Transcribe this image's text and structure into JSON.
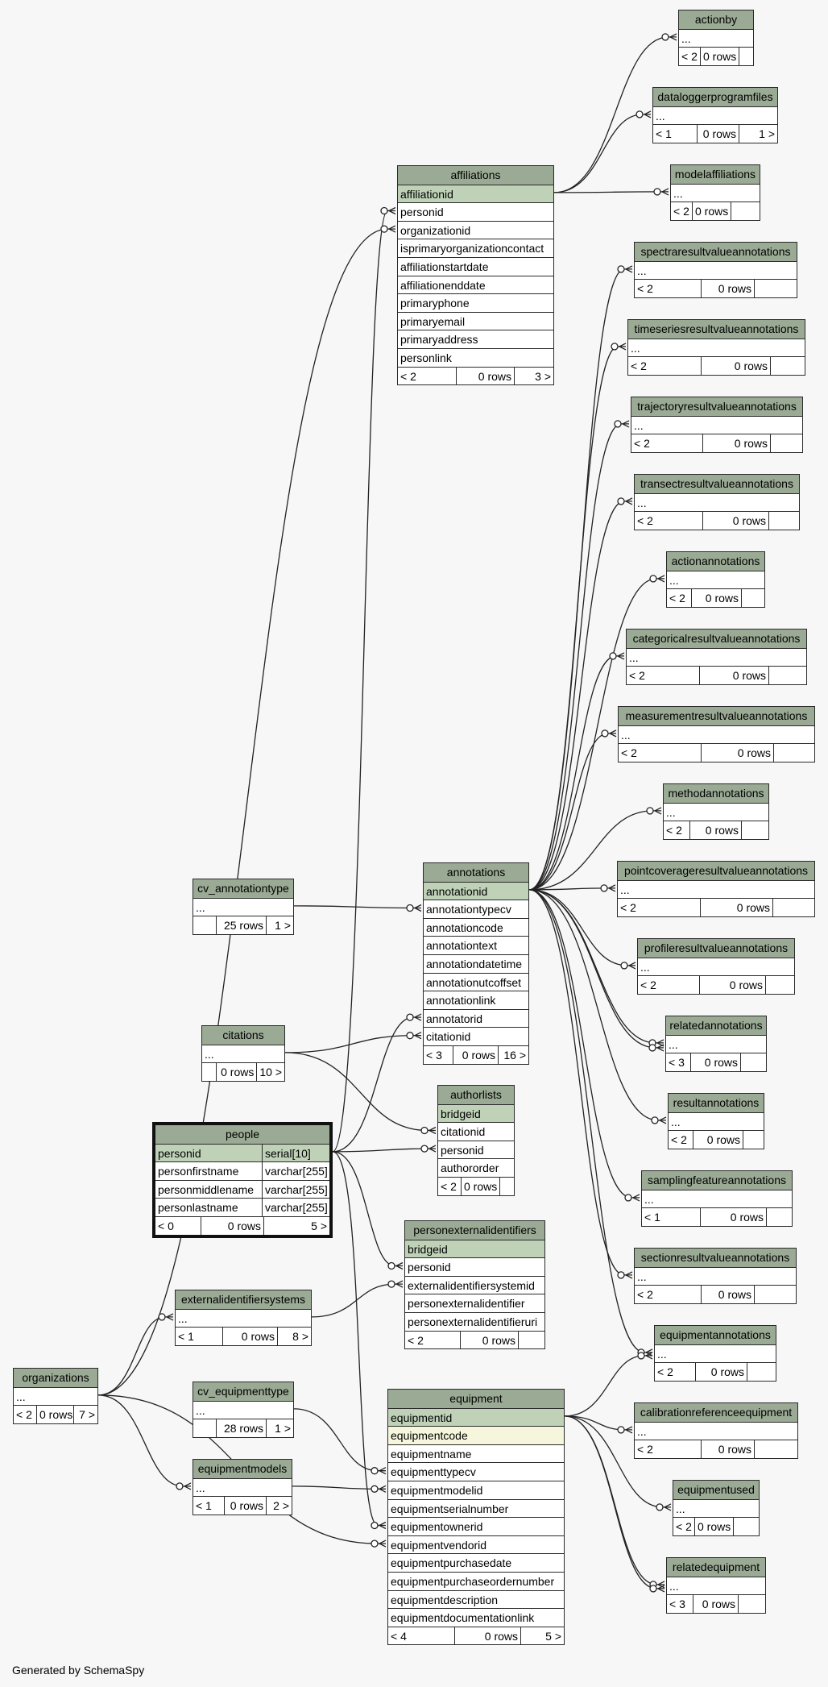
{
  "footer": "Generated by SchemaSpy",
  "tables": [
    {
      "id": "actionby",
      "name": "actionby",
      "rows": [
        "..."
      ],
      "footer": [
        "< 2",
        "0 rows",
        ""
      ]
    },
    {
      "id": "dataloggerprogramfiles",
      "name": "dataloggerprogramfiles",
      "rows": [
        "..."
      ],
      "footer": [
        "< 1",
        "0 rows",
        "1 >"
      ]
    },
    {
      "id": "modelaffiliations",
      "name": "modelaffiliations",
      "rows": [
        "..."
      ],
      "footer": [
        "< 2",
        "0 rows",
        ""
      ]
    },
    {
      "id": "affiliations",
      "name": "affiliations",
      "pk": [
        "affiliationid"
      ],
      "rows": [
        "affiliationid",
        "personid",
        "organizationid",
        "isprimaryorganizationcontact",
        "affiliationstartdate",
        "affiliationenddate",
        "primaryphone",
        "primaryemail",
        "primaryaddress",
        "personlink"
      ],
      "footer": [
        "< 2",
        "0 rows",
        "3 >"
      ]
    },
    {
      "id": "spectraresultvalueannotations",
      "name": "spectraresultvalueannotations",
      "rows": [
        "..."
      ],
      "footer": [
        "< 2",
        "0 rows",
        ""
      ]
    },
    {
      "id": "timeseriesresultvalueannotations",
      "name": "timeseriesresultvalueannotations",
      "rows": [
        "..."
      ],
      "footer": [
        "< 2",
        "0 rows",
        ""
      ]
    },
    {
      "id": "trajectoryresultvalueannotations",
      "name": "trajectoryresultvalueannotations",
      "rows": [
        "..."
      ],
      "footer": [
        "< 2",
        "0 rows",
        ""
      ]
    },
    {
      "id": "transectresultvalueannotations",
      "name": "transectresultvalueannotations",
      "rows": [
        "..."
      ],
      "footer": [
        "< 2",
        "0 rows",
        ""
      ]
    },
    {
      "id": "actionannotations",
      "name": "actionannotations",
      "rows": [
        "..."
      ],
      "footer": [
        "< 2",
        "0 rows",
        ""
      ]
    },
    {
      "id": "categoricalresultvalueannotations",
      "name": "categoricalresultvalueannotations",
      "rows": [
        "..."
      ],
      "footer": [
        "< 2",
        "0 rows",
        ""
      ]
    },
    {
      "id": "measurementresultvalueannotations",
      "name": "measurementresultvalueannotations",
      "rows": [
        "..."
      ],
      "footer": [
        "< 2",
        "0 rows",
        ""
      ]
    },
    {
      "id": "methodannotations",
      "name": "methodannotations",
      "rows": [
        "..."
      ],
      "footer": [
        "< 2",
        "0 rows",
        ""
      ]
    },
    {
      "id": "cv_annotationtype",
      "name": "cv_annotationtype",
      "rows": [
        "..."
      ],
      "footer": [
        "",
        "25 rows",
        "1 >"
      ]
    },
    {
      "id": "annotations",
      "name": "annotations",
      "pk": [
        "annotationid"
      ],
      "rows": [
        "annotationid",
        "annotationtypecv",
        "annotationcode",
        "annotationtext",
        "annotationdatetime",
        "annotationutcoffset",
        "annotationlink",
        "annotatorid",
        "citationid"
      ],
      "footer": [
        "< 3",
        "0 rows",
        "16 >"
      ]
    },
    {
      "id": "pointcoverageresultvalueannotations",
      "name": "pointcoverageresultvalueannotations",
      "rows": [
        "..."
      ],
      "footer": [
        "< 2",
        "0 rows",
        ""
      ]
    },
    {
      "id": "profileresultvalueannotations",
      "name": "profileresultvalueannotations",
      "rows": [
        "..."
      ],
      "footer": [
        "< 2",
        "0 rows",
        ""
      ]
    },
    {
      "id": "citations",
      "name": "citations",
      "rows": [
        "..."
      ],
      "footer": [
        "",
        "0 rows",
        "10 >"
      ]
    },
    {
      "id": "relatedannotations",
      "name": "relatedannotations",
      "rows": [
        "..."
      ],
      "footer": [
        "< 3",
        "0 rows",
        ""
      ]
    },
    {
      "id": "authorlists",
      "name": "authorlists",
      "pk": [
        "bridgeid"
      ],
      "rows": [
        "bridgeid",
        "citationid",
        "personid",
        "authororder"
      ],
      "footer": [
        "< 2",
        "0 rows",
        ""
      ]
    },
    {
      "id": "people",
      "name": "people",
      "focus": true,
      "pk": [
        "personid"
      ],
      "rows": [
        [
          "personid",
          "serial[10]"
        ],
        [
          "personfirstname",
          "varchar[255]"
        ],
        [
          "personmiddlename",
          "varchar[255]"
        ],
        [
          "personlastname",
          "varchar[255]"
        ]
      ],
      "footer": [
        "< 0",
        "0 rows",
        "5 >"
      ]
    },
    {
      "id": "resultannotations",
      "name": "resultannotations",
      "rows": [
        "..."
      ],
      "footer": [
        "< 2",
        "0 rows",
        ""
      ]
    },
    {
      "id": "personexternalidentifiers",
      "name": "personexternalidentifiers",
      "pk": [
        "bridgeid"
      ],
      "rows": [
        "bridgeid",
        "personid",
        "externalidentifiersystemid",
        "personexternalidentifier",
        "personexternalidentifieruri"
      ],
      "footer": [
        "< 2",
        "0 rows",
        ""
      ]
    },
    {
      "id": "samplingfeatureannotations",
      "name": "samplingfeatureannotations",
      "rows": [
        "..."
      ],
      "footer": [
        "< 1",
        "0 rows",
        ""
      ]
    },
    {
      "id": "sectionresultvalueannotations",
      "name": "sectionresultvalueannotations",
      "rows": [
        "..."
      ],
      "footer": [
        "< 2",
        "0 rows",
        ""
      ]
    },
    {
      "id": "externalidentifiersystems",
      "name": "externalidentifiersystems",
      "rows": [
        "..."
      ],
      "footer": [
        "< 1",
        "0 rows",
        "8 >"
      ]
    },
    {
      "id": "equipmentannotations",
      "name": "equipmentannotations",
      "rows": [
        "..."
      ],
      "footer": [
        "< 2",
        "0 rows",
        ""
      ]
    },
    {
      "id": "organizations",
      "name": "organizations",
      "rows": [
        "..."
      ],
      "footer": [
        "< 2",
        "0 rows",
        "7 >"
      ]
    },
    {
      "id": "cv_equipmenttype",
      "name": "cv_equipmenttype",
      "rows": [
        "..."
      ],
      "footer": [
        "",
        "28 rows",
        "1 >"
      ]
    },
    {
      "id": "equipment",
      "name": "equipment",
      "pk": [
        "equipmentid"
      ],
      "idx": [
        "equipmentcode"
      ],
      "rows": [
        "equipmentid",
        "equipmentcode",
        "equipmentname",
        "equipmenttypecv",
        "equipmentmodelid",
        "equipmentserialnumber",
        "equipmentownerid",
        "equipmentvendorid",
        "equipmentpurchasedate",
        "equipmentpurchaseordernumber",
        "equipmentdescription",
        "equipmentdocumentationlink"
      ],
      "footer": [
        "< 4",
        "0 rows",
        "5 >"
      ]
    },
    {
      "id": "calibrationreferenceequipment",
      "name": "calibrationreferenceequipment",
      "rows": [
        "..."
      ],
      "footer": [
        "< 2",
        "0 rows",
        ""
      ]
    },
    {
      "id": "equipmentmodels",
      "name": "equipmentmodels",
      "rows": [
        "..."
      ],
      "footer": [
        "< 1",
        "0 rows",
        "2 >"
      ]
    },
    {
      "id": "equipmentused",
      "name": "equipmentused",
      "rows": [
        "..."
      ],
      "footer": [
        "< 2",
        "0 rows",
        ""
      ]
    },
    {
      "id": "relatedequipment",
      "name": "relatedequipment",
      "rows": [
        "..."
      ],
      "footer": [
        "< 3",
        "0 rows",
        ""
      ]
    }
  ]
}
